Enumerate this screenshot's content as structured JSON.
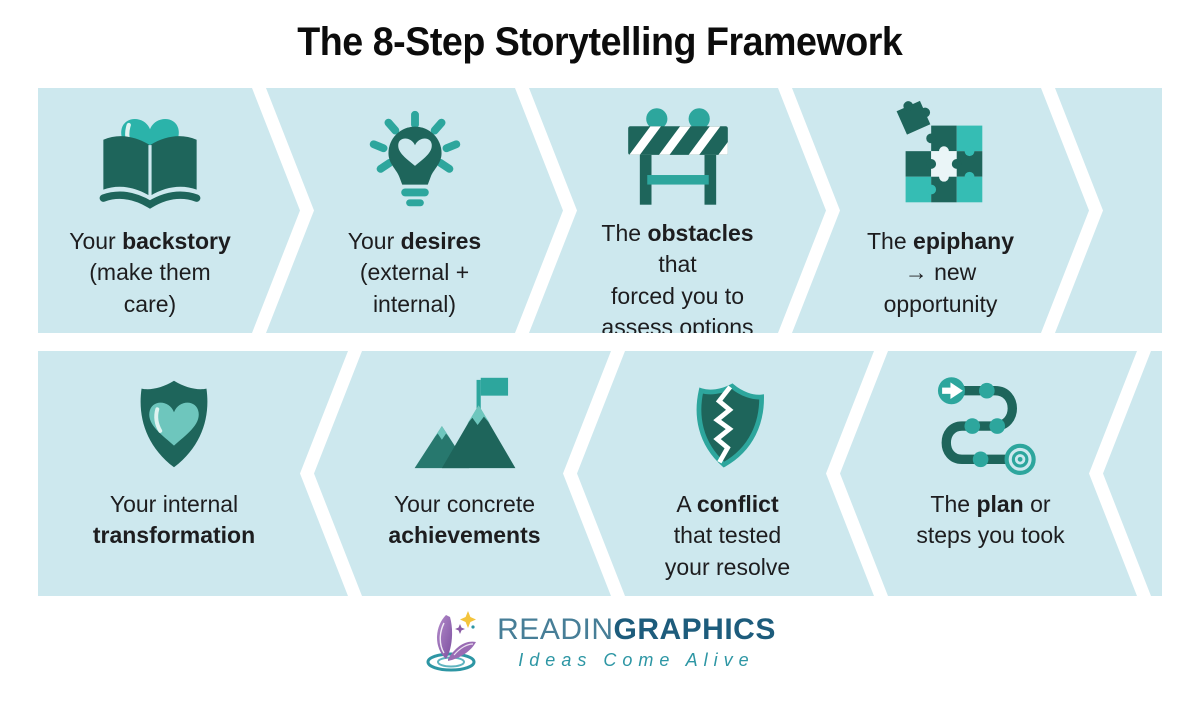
{
  "title": "The 8-Step Storytelling Framework",
  "colors": {
    "cell_background": "#cde8ee",
    "teal_dark": "#1e655b",
    "teal_mid": "#2da69d",
    "teal_bright": "#2bb3aa",
    "teal_pale": "#6ec6bd",
    "text": "#1d1d1f",
    "brand_blue": "#1d5c7c",
    "tagline_teal": "#2d96a4"
  },
  "rows": [
    {
      "direction": "right",
      "steps": [
        {
          "icon": "book-heart-icon",
          "pre": "Your ",
          "bold": "backstory",
          "post": "\n(make them\ncare)"
        },
        {
          "icon": "lightbulb-heart-icon",
          "pre": "Your ",
          "bold": "desires",
          "post": "\n(external +\ninternal)"
        },
        {
          "icon": "roadblock-icon",
          "pre": "The ",
          "bold": "obstacles",
          "post": " that\nforced you to\nassess options"
        },
        {
          "icon": "puzzle-epiphany-icon",
          "pre": "The ",
          "bold": "epiphany",
          "post": "\n→ new\nopportunity"
        }
      ]
    },
    {
      "direction": "left",
      "steps": [
        {
          "icon": "shield-heart-icon",
          "pre": "Your internal\n",
          "bold": "transformation",
          "post": ""
        },
        {
          "icon": "mountain-flag-icon",
          "pre": "Your concrete\n",
          "bold": "achievements",
          "post": ""
        },
        {
          "icon": "broken-shield-icon",
          "pre": "A ",
          "bold": "conflict",
          "post": "\nthat tested\nyour resolve"
        },
        {
          "icon": "route-plan-icon",
          "pre": "The ",
          "bold": "plan",
          "post": " or\nsteps you took"
        }
      ]
    }
  ],
  "footer": {
    "brand_regular": "READIN",
    "brand_bold": "GRAPHICS",
    "tagline": "Ideas Come Alive"
  }
}
